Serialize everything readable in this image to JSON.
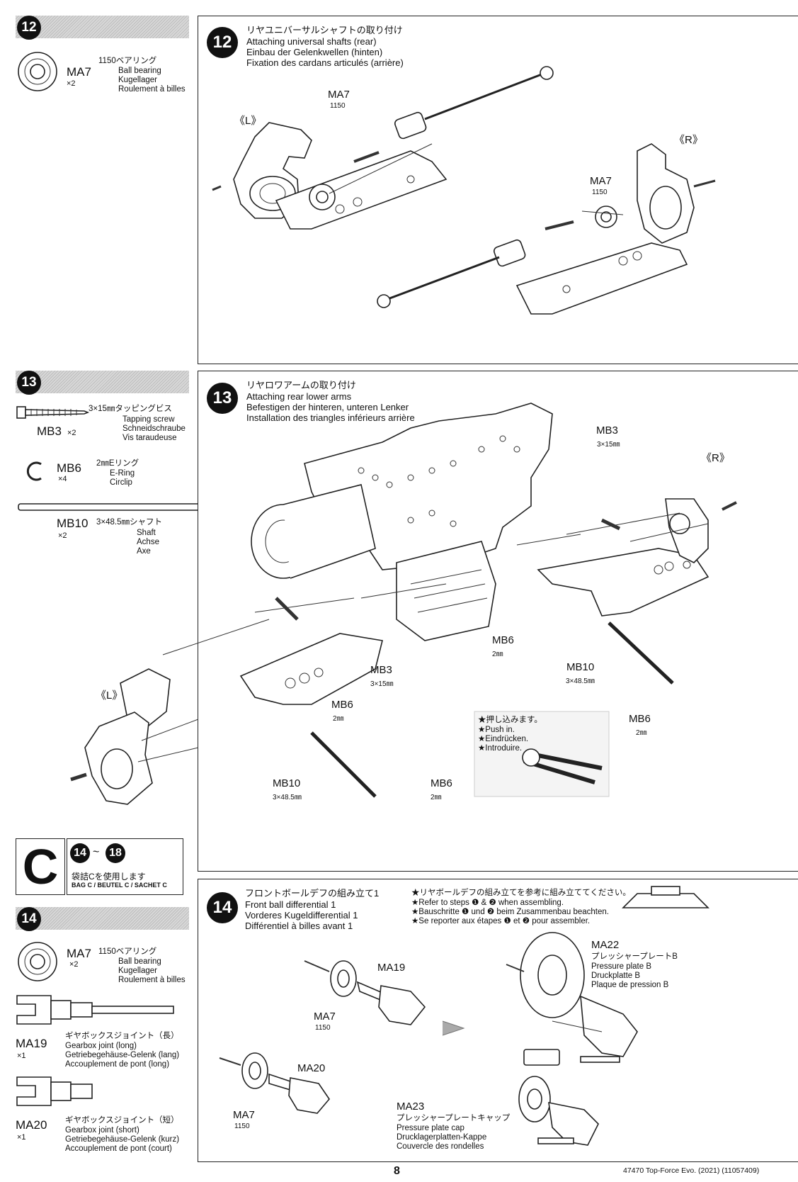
{
  "steps": {
    "s12": {
      "num": "12",
      "part": {
        "code": "MA7",
        "qty": "×2",
        "jp": "1150ベアリング",
        "en": "Ball bearing",
        "de": "Kugellager",
        "fr": "Roulement à billes"
      },
      "title_jp": "リヤユニバーサルシャフトの取り付け",
      "title_en": "Attaching universal shafts (rear)",
      "title_de": "Einbau der Gelenkwellen (hinten)",
      "title_fr": "Fixation des cardans articulés (arrière)",
      "side_left": "《L》",
      "side_right": "《R》",
      "labels": [
        {
          "code": "MA7",
          "sub": "1150"
        },
        {
          "code": "MA7",
          "sub": "1150"
        }
      ]
    },
    "s13": {
      "num": "13",
      "parts": [
        {
          "code": "MB3",
          "qty": "×2",
          "jp": "3×15㎜タッピングビス",
          "en": "Tapping screw",
          "de": "Schneidschraube",
          "fr": "Vis taraudeuse"
        },
        {
          "code": "MB6",
          "qty": "×4",
          "jp": "2㎜Eリング",
          "en": "E-Ring",
          "de": "Circlip"
        },
        {
          "code": "MB10",
          "qty": "×2",
          "jp": "3×48.5㎜シャフト",
          "en": "Shaft",
          "de": "Achse",
          "fr": "Axe"
        }
      ],
      "title_jp": "リヤロワアームの取り付け",
      "title_en": "Attaching rear lower arms",
      "title_de": "Befestigen der hinteren, unteren Lenker",
      "title_fr": "Installation des triangles inférieurs arrière",
      "side_left": "《L》",
      "side_right": "《R》",
      "labels": {
        "mb3_r": {
          "code": "MB3",
          "sub": "3×15㎜"
        },
        "mb6_c": {
          "code": "MB6",
          "sub": "2㎜"
        },
        "mb10_r": {
          "code": "MB10",
          "sub": "3×48.5㎜"
        },
        "mb6_r": {
          "code": "MB6",
          "sub": "2㎜"
        },
        "mb3_c": {
          "code": "MB3",
          "sub": "3×15㎜"
        },
        "mb6_l": {
          "code": "MB6",
          "sub": "2㎜"
        },
        "mb10_l": {
          "code": "MB10",
          "sub": "3×48.5㎜"
        },
        "mb6_b": {
          "code": "MB6",
          "sub": "2㎜"
        }
      },
      "note": [
        "★押し込みます。",
        "★Push in.",
        "★Eindrücken.",
        "★Introduire."
      ]
    },
    "bagC": {
      "letter": "C",
      "from": "14",
      "to": "18",
      "tilde": "~",
      "jp": "袋詰Cを使用します",
      "en": "BAG C / BEUTEL C / SACHET C"
    },
    "s14": {
      "num": "14",
      "parts": [
        {
          "code": "MA7",
          "qty": "×2",
          "jp": "1150ベアリング",
          "en": "Ball bearing",
          "de": "Kugellager",
          "fr": "Roulement à billes"
        },
        {
          "code": "MA19",
          "qty": "×1",
          "jp": "ギヤボックスジョイント（長）",
          "en": "Gearbox joint (long)",
          "de": "Getriebegehäuse-Gelenk (lang)",
          "fr": "Accouplement de pont (long)"
        },
        {
          "code": "MA20",
          "qty": "×1",
          "jp": "ギヤボックスジョイント（短）",
          "en": "Gearbox joint (short)",
          "de": "Getriebegehäuse-Gelenk (kurz)",
          "fr": "Accouplement de pont (court)"
        }
      ],
      "title_jp": "フロントボールデフの組み立て1",
      "title_en": "Front ball differential 1",
      "title_de": "Vorderes Kugeldifferential 1",
      "title_fr": "Différentiel à billes avant 1",
      "notes": [
        "★リヤボールデフの組み立てを参考に組み立ててください。",
        "★Refer to steps ❶ & ❷ when assembling.",
        "★Bauschritte ❶ und ❷ beim Zusammenbau beachten.",
        "★Se reporter aux étapes ❶ et ❷ pour assembler."
      ],
      "labels": {
        "ma19": {
          "code": "MA19"
        },
        "ma7a": {
          "code": "MA7",
          "sub": "1150"
        },
        "ma20": {
          "code": "MA20"
        },
        "ma7b": {
          "code": "MA7",
          "sub": "1150"
        },
        "ma22": {
          "code": "MA22",
          "jp": "プレッシャープレートB",
          "en": "Pressure plate B",
          "de": "Druckplatte B",
          "fr": "Plaque de pression B"
        },
        "ma23": {
          "code": "MA23",
          "jp": "プレッシャープレートキャップ",
          "en": "Pressure plate cap",
          "de": "Drucklagerplatten-Kappe",
          "fr": "Couvercle des rondelles"
        }
      }
    }
  },
  "footer": {
    "page": "8",
    "ref": "47470 Top-Force Evo. (2021) (11057409)"
  }
}
